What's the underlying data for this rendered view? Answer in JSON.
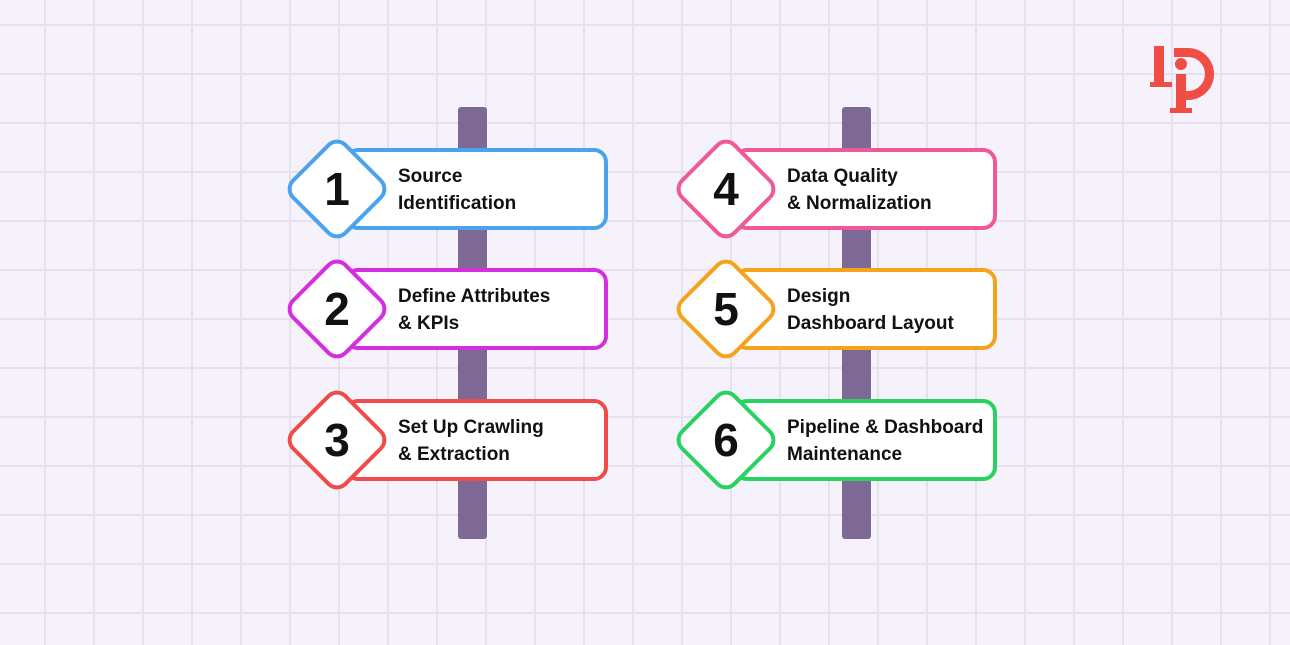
{
  "logo": {
    "name": "logo-mark",
    "color": "#f04e45"
  },
  "steps": [
    {
      "number": "1",
      "line1": "Source",
      "line2": "Identification",
      "color": "#4aa3ec"
    },
    {
      "number": "2",
      "line1": "Define Attributes",
      "line2": "& KPIs",
      "color": "#d52de0"
    },
    {
      "number": "3",
      "line1": "Set Up Crawling",
      "line2": "& Extraction",
      "color": "#f04b4b"
    },
    {
      "number": "4",
      "line1": "Data Quality",
      "line2": "& Normalization",
      "color": "#f0589a"
    },
    {
      "number": "5",
      "line1": "Design",
      "line2": "Dashboard Layout",
      "color": "#f5a21d"
    },
    {
      "number": "6",
      "line1": "Pipeline & Dashboard",
      "line2": "Maintenance",
      "color": "#27d35e"
    }
  ],
  "pole_color": "#7e6994"
}
